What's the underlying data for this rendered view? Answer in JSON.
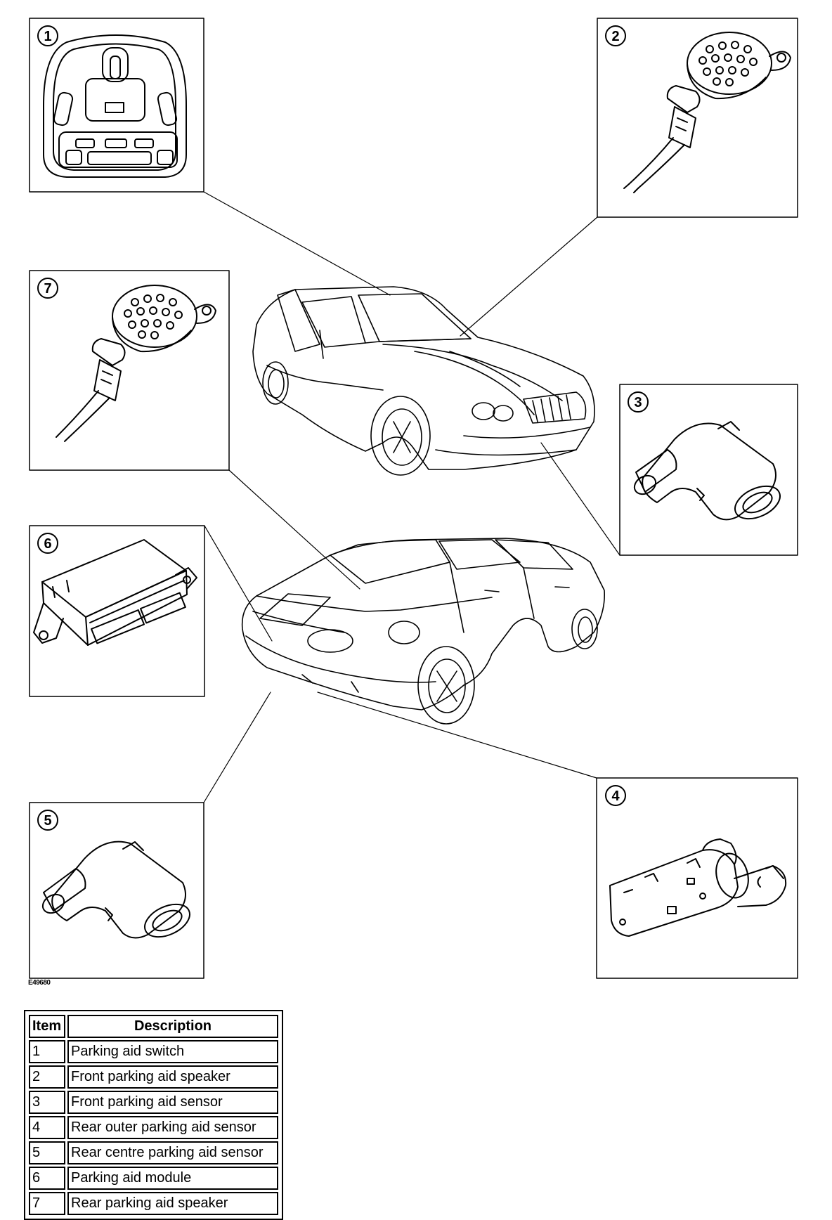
{
  "figure_id": "E49680",
  "callouts": [
    {
      "num": "1",
      "part": "switch"
    },
    {
      "num": "2",
      "part": "speaker"
    },
    {
      "num": "3",
      "part": "sensor"
    },
    {
      "num": "4",
      "part": "sensor"
    },
    {
      "num": "5",
      "part": "sensor"
    },
    {
      "num": "6",
      "part": "module"
    },
    {
      "num": "7",
      "part": "speaker"
    }
  ],
  "legend": {
    "header_item": "Item",
    "header_desc": "Description",
    "rows": [
      {
        "item": "1",
        "desc": "Parking aid switch"
      },
      {
        "item": "2",
        "desc": "Front parking aid speaker"
      },
      {
        "item": "3",
        "desc": "Front parking aid sensor"
      },
      {
        "item": "4",
        "desc": "Rear outer parking aid sensor"
      },
      {
        "item": "5",
        "desc": "Rear centre parking aid sensor"
      },
      {
        "item": "6",
        "desc": "Parking aid module"
      },
      {
        "item": "7",
        "desc": "Rear parking aid speaker"
      }
    ]
  },
  "colors": {
    "line": "#000000",
    "background": "#ffffff"
  }
}
